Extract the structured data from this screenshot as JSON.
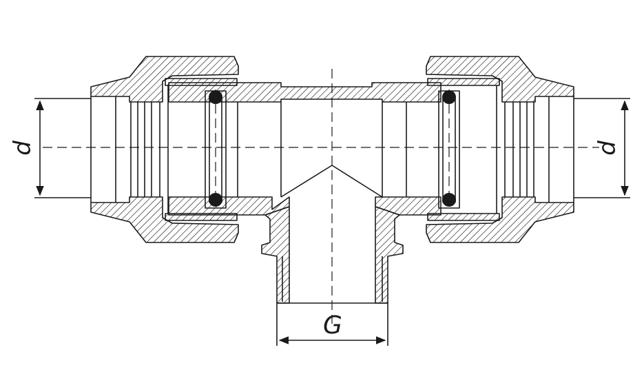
{
  "drawing": {
    "labels": {
      "left_dim": "d",
      "right_dim": "d",
      "bottom_dim": "G"
    },
    "colors": {
      "line": "#1a1a1a",
      "background": "#ffffff"
    }
  }
}
